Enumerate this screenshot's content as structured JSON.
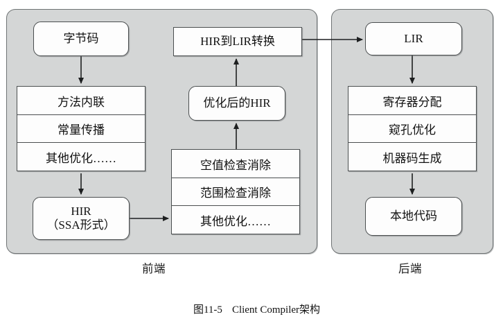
{
  "figure": {
    "caption_number": "图11-5",
    "caption_title": "Client Compiler架构"
  },
  "phases": {
    "frontend": {
      "label": "前端",
      "nodes": {
        "bytecode": "字节码",
        "hir": "HIR\n（SSA形式）",
        "hir_line1": "HIR",
        "hir_line2": "（SSA形式）",
        "hir_to_lir": "HIR到LIR转换",
        "optimized_hir": "优化后的HIR"
      },
      "frontend_optimizations": [
        "方法内联",
        "常量传播",
        "其他优化……"
      ],
      "hir_optimizations": [
        "空值检查消除",
        "范围检查消除",
        "其他优化……"
      ]
    },
    "backend": {
      "label": "后端",
      "nodes": {
        "lir": "LIR",
        "native_code": "本地代码"
      },
      "backend_steps": [
        "寄存器分配",
        "窥孔优化",
        "机器码生成"
      ]
    }
  },
  "edges": [
    {
      "name": "bytecode-to-frontend-opts",
      "from": "字节码",
      "to": "方法内联",
      "direction": "down"
    },
    {
      "name": "frontend-opts-to-hir",
      "from": "其他优化……",
      "to": "HIR（SSA形式）",
      "direction": "down"
    },
    {
      "name": "hir-to-hir-opts",
      "from": "HIR（SSA形式）",
      "to": "其他优化……",
      "direction": "right"
    },
    {
      "name": "hir-opts-to-optimized-hir",
      "from": "空值检查消除",
      "to": "优化后的HIR",
      "direction": "up"
    },
    {
      "name": "optimized-hir-to-hir2lir",
      "from": "优化后的HIR",
      "to": "HIR到LIR转换",
      "direction": "up"
    },
    {
      "name": "hir2lir-to-lir",
      "from": "HIR到LIR转换",
      "to": "LIR",
      "direction": "right"
    },
    {
      "name": "lir-to-backend-steps",
      "from": "LIR",
      "to": "寄存器分配",
      "direction": "down"
    },
    {
      "name": "backend-steps-to-native",
      "from": "机器码生成",
      "to": "本地代码",
      "direction": "down"
    }
  ],
  "colors": {
    "phase_fill": "#d4d6d6",
    "phase_border": "#6f7374",
    "node_fill": "#fdfdfd",
    "node_border": "#4a4e4f",
    "text": "#111111",
    "page_background": "#ffffff"
  }
}
